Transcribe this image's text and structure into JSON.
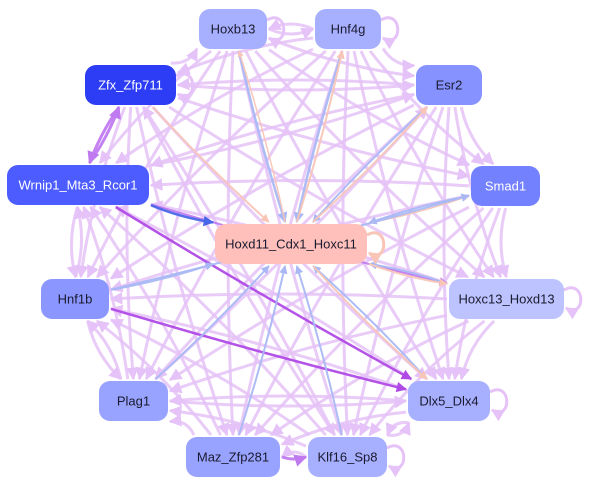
{
  "colors": {
    "background": "#ffffff",
    "edge_default": "#e5c2f7",
    "edge_violet": "#c07af0",
    "edge_bright": "#b04ae6",
    "edge_blue": "#a9b8f4",
    "edge_strong_blue": "#4a67e8",
    "edge_peach": "#f8c5b6",
    "label_light": "#ffffff",
    "label_dark": "#1a1a2e"
  },
  "nodes": [
    {
      "id": "hoxd11",
      "label": "Hoxd11_Cdx1_Hoxc11",
      "fill": "#ffc0bb",
      "text": "dark"
    },
    {
      "id": "hoxb13",
      "label": "Hoxb13",
      "fill": "#a7afff",
      "text": "dark"
    },
    {
      "id": "hnf4g",
      "label": "Hnf4g",
      "fill": "#a7afff",
      "text": "dark"
    },
    {
      "id": "zfx",
      "label": "Zfx_Zfp711",
      "fill": "#2d3cf5",
      "text": "light"
    },
    {
      "id": "esr2",
      "label": "Esr2",
      "fill": "#8592ff",
      "text": "dark"
    },
    {
      "id": "wrnip1",
      "label": "Wrnip1_Mta3_Rcor1",
      "fill": "#4c5cff",
      "text": "light"
    },
    {
      "id": "smad1",
      "label": "Smad1",
      "fill": "#7481ff",
      "text": "light"
    },
    {
      "id": "hnf1b",
      "label": "Hnf1b",
      "fill": "#8b97ff",
      "text": "dark"
    },
    {
      "id": "hoxc13",
      "label": "Hoxc13_Hoxd13",
      "fill": "#bcc3ff",
      "text": "dark"
    },
    {
      "id": "plag1",
      "label": "Plag1",
      "fill": "#98a3ff",
      "text": "dark"
    },
    {
      "id": "dlx5",
      "label": "Dlx5_Dlx4",
      "fill": "#a7afff",
      "text": "dark"
    },
    {
      "id": "maz",
      "label": "Maz_Zfp281",
      "fill": "#98a3ff",
      "text": "dark"
    },
    {
      "id": "klf16",
      "label": "Klf16_Sp8",
      "fill": "#a7afff",
      "text": "dark"
    }
  ],
  "edges": [
    {
      "from": "zfx",
      "to": "hoxd11",
      "color": "peach",
      "w": 2
    },
    {
      "from": "hoxb13",
      "to": "hoxd11",
      "color": "blue",
      "w": 2.5
    },
    {
      "from": "hnf4g",
      "to": "hoxd11",
      "color": "blue",
      "w": 2.5
    },
    {
      "from": "esr2",
      "to": "hoxd11",
      "color": "blue",
      "w": 2
    },
    {
      "from": "wrnip1",
      "to": "hoxd11",
      "color": "strong_blue",
      "w": 2.5
    },
    {
      "from": "smad1",
      "to": "hoxd11",
      "color": "blue",
      "w": 2
    },
    {
      "from": "hnf1b",
      "to": "hoxd11",
      "color": "blue",
      "w": 2
    },
    {
      "from": "plag1",
      "to": "hoxd11",
      "color": "blue",
      "w": 2
    },
    {
      "from": "maz",
      "to": "hoxd11",
      "color": "blue",
      "w": 2
    },
    {
      "from": "klf16",
      "to": "hoxd11",
      "color": "blue",
      "w": 2
    },
    {
      "from": "hoxc13",
      "to": "hoxd11",
      "color": "blue",
      "w": 2
    },
    {
      "from": "dlx5",
      "to": "hoxd11",
      "color": "blue",
      "w": 2
    },
    {
      "from": "hoxd11",
      "to": "hnf4g",
      "color": "peach",
      "w": 2
    },
    {
      "from": "hoxd11",
      "to": "esr2",
      "color": "peach",
      "w": 2
    },
    {
      "from": "hoxd11",
      "to": "hoxc13",
      "color": "peach",
      "w": 2
    },
    {
      "from": "hoxd11",
      "to": "dlx5",
      "color": "peach",
      "w": 2
    },
    {
      "from": "hoxd11",
      "to": "hoxb13",
      "color": "peach",
      "w": 1.5
    },
    {
      "from": "hoxd11",
      "to": "smad1",
      "color": "peach",
      "w": 1.5
    },
    {
      "from": "wrnip1",
      "to": "dlx5",
      "color": "bright",
      "w": 2.5
    },
    {
      "from": "wrnip1",
      "to": "hoxc13",
      "color": "violet",
      "w": 2
    },
    {
      "from": "zfx",
      "to": "wrnip1",
      "color": "violet",
      "w": 3
    },
    {
      "from": "wrnip1",
      "to": "zfx",
      "color": "violet",
      "w": 3
    },
    {
      "from": "hoxb13",
      "to": "hnf4g",
      "color": "default",
      "w": 3
    },
    {
      "from": "hnf4g",
      "to": "hoxb13",
      "color": "default",
      "w": 3
    },
    {
      "from": "zfx",
      "to": "hoxb13",
      "color": "default",
      "w": 3
    },
    {
      "from": "zfx",
      "to": "esr2",
      "color": "default",
      "w": 3
    },
    {
      "from": "esr2",
      "to": "zfx",
      "color": "default",
      "w": 3
    },
    {
      "from": "zfx",
      "to": "smad1",
      "color": "default",
      "w": 3
    },
    {
      "from": "zfx",
      "to": "hoxc13",
      "color": "default",
      "w": 3
    },
    {
      "from": "zfx",
      "to": "dlx5",
      "color": "default",
      "w": 3
    },
    {
      "from": "zfx",
      "to": "klf16",
      "color": "default",
      "w": 3
    },
    {
      "from": "zfx",
      "to": "maz",
      "color": "default",
      "w": 3
    },
    {
      "from": "zfx",
      "to": "plag1",
      "color": "default",
      "w": 3
    },
    {
      "from": "zfx",
      "to": "hnf1b",
      "color": "default",
      "w": 3
    },
    {
      "from": "hoxb13",
      "to": "esr2",
      "color": "default",
      "w": 3
    },
    {
      "from": "hoxb13",
      "to": "smad1",
      "color": "default",
      "w": 3
    },
    {
      "from": "hoxb13",
      "to": "hoxc13",
      "color": "default",
      "w": 3
    },
    {
      "from": "hoxb13",
      "to": "dlx5",
      "color": "default",
      "w": 3
    },
    {
      "from": "hoxb13",
      "to": "klf16",
      "color": "default",
      "w": 3
    },
    {
      "from": "hoxb13",
      "to": "maz",
      "color": "default",
      "w": 3
    },
    {
      "from": "hoxb13",
      "to": "plag1",
      "color": "default",
      "w": 3
    },
    {
      "from": "hoxb13",
      "to": "hnf1b",
      "color": "default",
      "w": 3
    },
    {
      "from": "hoxb13",
      "to": "wrnip1",
      "color": "default",
      "w": 3
    },
    {
      "from": "hnf4g",
      "to": "esr2",
      "color": "default",
      "w": 3
    },
    {
      "from": "hnf4g",
      "to": "smad1",
      "color": "default",
      "w": 3
    },
    {
      "from": "hnf4g",
      "to": "hoxc13",
      "color": "default",
      "w": 3
    },
    {
      "from": "hnf4g",
      "to": "dlx5",
      "color": "default",
      "w": 3
    },
    {
      "from": "hnf4g",
      "to": "klf16",
      "color": "default",
      "w": 3
    },
    {
      "from": "hnf4g",
      "to": "maz",
      "color": "default",
      "w": 3
    },
    {
      "from": "hnf4g",
      "to": "plag1",
      "color": "default",
      "w": 3
    },
    {
      "from": "hnf4g",
      "to": "hnf1b",
      "color": "default",
      "w": 3
    },
    {
      "from": "hnf4g",
      "to": "wrnip1",
      "color": "default",
      "w": 3
    },
    {
      "from": "hnf4g",
      "to": "zfx",
      "color": "default",
      "w": 3
    },
    {
      "from": "esr2",
      "to": "smad1",
      "color": "default",
      "w": 3
    },
    {
      "from": "esr2",
      "to": "hoxc13",
      "color": "default",
      "w": 3
    },
    {
      "from": "esr2",
      "to": "dlx5",
      "color": "default",
      "w": 3
    },
    {
      "from": "esr2",
      "to": "klf16",
      "color": "default",
      "w": 3
    },
    {
      "from": "esr2",
      "to": "maz",
      "color": "default",
      "w": 3
    },
    {
      "from": "esr2",
      "to": "plag1",
      "color": "default",
      "w": 3
    },
    {
      "from": "esr2",
      "to": "hnf1b",
      "color": "default",
      "w": 3
    },
    {
      "from": "esr2",
      "to": "wrnip1",
      "color": "default",
      "w": 3
    },
    {
      "from": "smad1",
      "to": "hoxc13",
      "color": "default",
      "w": 3
    },
    {
      "from": "smad1",
      "to": "dlx5",
      "color": "default",
      "w": 3
    },
    {
      "from": "smad1",
      "to": "klf16",
      "color": "default",
      "w": 3
    },
    {
      "from": "smad1",
      "to": "maz",
      "color": "default",
      "w": 3
    },
    {
      "from": "smad1",
      "to": "plag1",
      "color": "default",
      "w": 3
    },
    {
      "from": "smad1",
      "to": "hnf1b",
      "color": "default",
      "w": 3
    },
    {
      "from": "smad1",
      "to": "wrnip1",
      "color": "default",
      "w": 3
    },
    {
      "from": "hoxc13",
      "to": "dlx5",
      "color": "default",
      "w": 3
    },
    {
      "from": "hoxc13",
      "to": "klf16",
      "color": "default",
      "w": 3
    },
    {
      "from": "hoxc13",
      "to": "maz",
      "color": "default",
      "w": 3
    },
    {
      "from": "hoxc13",
      "to": "plag1",
      "color": "default",
      "w": 3
    },
    {
      "from": "hoxc13",
      "to": "hnf1b",
      "color": "default",
      "w": 3
    },
    {
      "from": "hoxc13",
      "to": "wrnip1",
      "color": "default",
      "w": 3
    },
    {
      "from": "dlx5",
      "to": "klf16",
      "color": "default",
      "w": 3
    },
    {
      "from": "klf16",
      "to": "dlx5",
      "color": "default",
      "w": 3
    },
    {
      "from": "dlx5",
      "to": "maz",
      "color": "default",
      "w": 3
    },
    {
      "from": "dlx5",
      "to": "plag1",
      "color": "default",
      "w": 3
    },
    {
      "from": "dlx5",
      "to": "hnf1b",
      "color": "default",
      "w": 3
    },
    {
      "from": "dlx5",
      "to": "wrnip1",
      "color": "default",
      "w": 3
    },
    {
      "from": "klf16",
      "to": "maz",
      "color": "default",
      "w": 3
    },
    {
      "from": "maz",
      "to": "klf16",
      "color": "violet",
      "w": 3
    },
    {
      "from": "klf16",
      "to": "plag1",
      "color": "default",
      "w": 3
    },
    {
      "from": "klf16",
      "to": "hnf1b",
      "color": "default",
      "w": 3
    },
    {
      "from": "klf16",
      "to": "wrnip1",
      "color": "default",
      "w": 3
    },
    {
      "from": "klf16",
      "to": "zfx",
      "color": "default",
      "w": 3
    },
    {
      "from": "maz",
      "to": "plag1",
      "color": "default",
      "w": 3
    },
    {
      "from": "maz",
      "to": "hnf1b",
      "color": "default",
      "w": 3
    },
    {
      "from": "maz",
      "to": "wrnip1",
      "color": "default",
      "w": 3
    },
    {
      "from": "plag1",
      "to": "hnf1b",
      "color": "default",
      "w": 3
    },
    {
      "from": "hnf1b",
      "to": "plag1",
      "color": "default",
      "w": 3
    },
    {
      "from": "plag1",
      "to": "wrnip1",
      "color": "default",
      "w": 3
    },
    {
      "from": "plag1",
      "to": "dlx5",
      "color": "default",
      "w": 3
    },
    {
      "from": "hnf1b",
      "to": "wrnip1",
      "color": "default",
      "w": 3
    },
    {
      "from": "wrnip1",
      "to": "hnf1b",
      "color": "default",
      "w": 3
    },
    {
      "from": "hnf1b",
      "to": "dlx5",
      "color": "bright",
      "w": 2.5
    },
    {
      "from": "hnf1b",
      "to": "smad1",
      "color": "blue",
      "w": 2
    },
    {
      "from": "plag1",
      "to": "esr2",
      "color": "default",
      "w": 3
    },
    {
      "from": "wrnip1",
      "to": "esr2",
      "color": "default",
      "w": 3
    }
  ],
  "self_loops": [
    "hoxd11",
    "hoxb13",
    "hnf4g",
    "zfx",
    "hoxc13",
    "dlx5",
    "klf16"
  ]
}
